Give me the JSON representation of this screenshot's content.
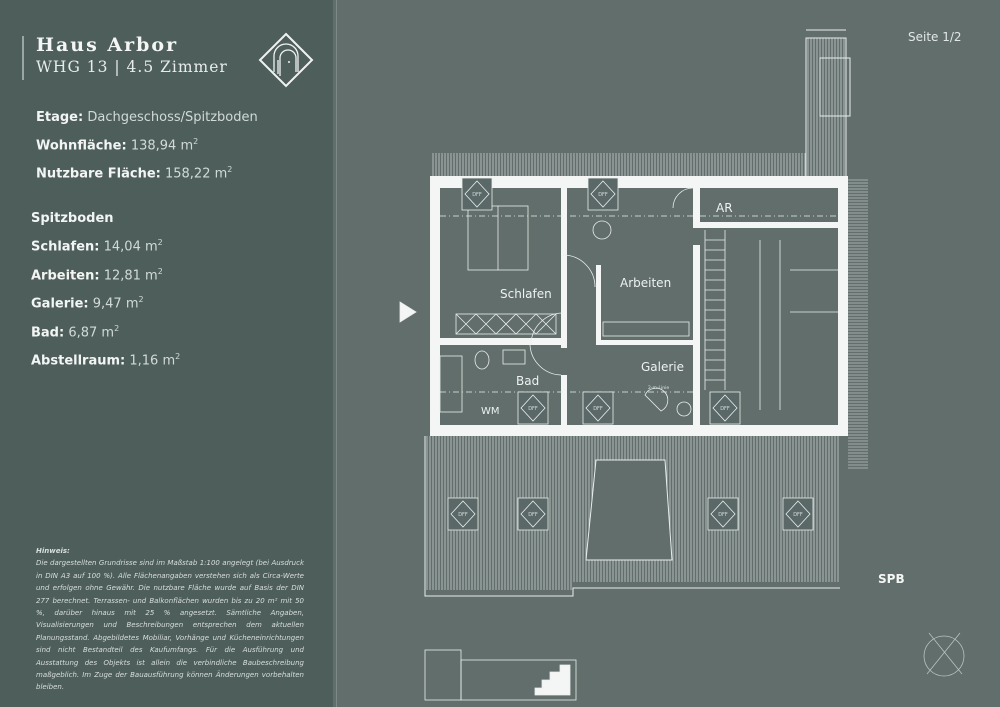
{
  "header": {
    "title": "Haus Arbor",
    "subtitle": "WHG 13 | 4.5 Zimmer",
    "page": "Seite 1/2"
  },
  "facts": [
    {
      "label": "Etage:",
      "value": "Dachgeschoss/Spitzboden"
    },
    {
      "label": "Wohnfläche:",
      "value": "138,94 m",
      "sup": "2"
    },
    {
      "label": "Nutzbare Fläche:",
      "value": "158,22 m",
      "sup": "2"
    }
  ],
  "rooms_heading": "Spitzboden",
  "rooms": [
    {
      "label": "Schlafen:",
      "value": "14,04 m",
      "sup": "2"
    },
    {
      "label": "Arbeiten:",
      "value": "12,81 m",
      "sup": "2"
    },
    {
      "label": "Galerie:",
      "value": "9,47 m",
      "sup": "2"
    },
    {
      "label": "Bad:",
      "value": "6,87 m",
      "sup": "2"
    },
    {
      "label": "Abstellraum:",
      "value": "1,16 m",
      "sup": "2"
    }
  ],
  "note": {
    "heading": "Hinweis:",
    "text": "Die dargestellten Grundrisse sind im Maßstab 1:100 angelegt (bei Ausdruck in DIN A3 auf 100 %). Alle Flächenangaben verstehen sich als Circa-Werte und erfolgen ohne Gewähr. Die nutzbare Fläche wurde auf Basis der DIN 277 berechnet. Terrassen- und Balkonflächen wurden bis zu 20 m² mit 50 %, darüber hinaus mit 25 % angesetzt. Sämtliche Angaben, Visualisierungen und Beschreibungen entsprechen dem aktuellen Planungsstand. Abgebildetes Mobiliar, Vorhänge und Kücheneinrichtungen sind nicht Bestandteil des Kaufumfangs. Für die Ausführung und Ausstattung des Objekts ist allein die verbindliche Baubeschreibung maßgeblich. Im Zuge der Bauausführung können Änderungen vorbehalten bleiben."
  },
  "plan": {
    "rooms": {
      "schlafen": "Schlafen",
      "arbeiten": "Arbeiten",
      "ar": "AR",
      "galerie": "Galerie",
      "bad": "Bad"
    },
    "two_m_line": "2-m-Linie",
    "window": "DFF",
    "washer": "WM",
    "level": "SPB"
  },
  "colors": {
    "panel": "#4e5e5b",
    "background": "#616e6c",
    "line": "#e9eeec"
  }
}
